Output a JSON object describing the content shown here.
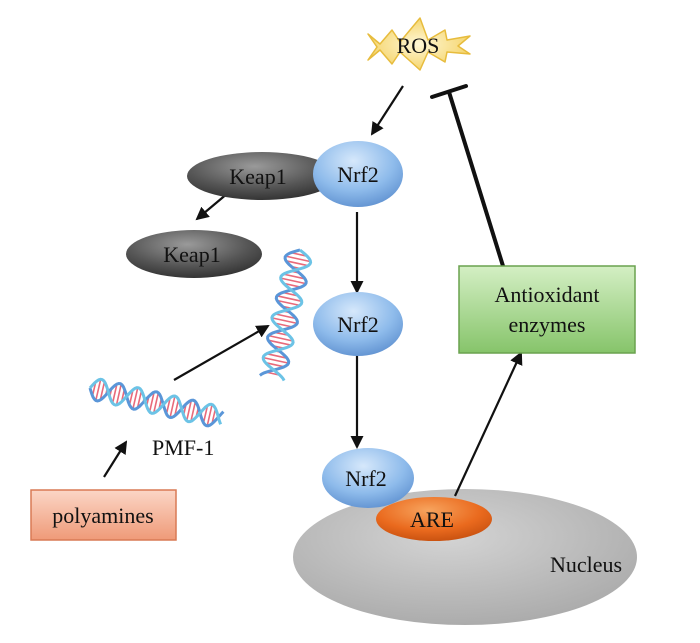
{
  "labels": {
    "ros": "ROS",
    "keap1_bound": "Keap1",
    "nrf2_top": "Nrf2",
    "keap1_free": "Keap1",
    "nrf2_middle": "Nrf2",
    "nrf2_bottom": "Nrf2",
    "are": "ARE",
    "nucleus": "Nucleus",
    "antioxidant_line1": "Antioxidant",
    "antioxidant_line2": "enzymes",
    "pmf1": "PMF-1",
    "polyamines": "polyamines"
  },
  "icons": {
    "dna_upper": "dna-helix-icon",
    "dna_lower": "dna-helix-icon"
  },
  "colors": {
    "ros_star": "#f6dc7c",
    "keap1": "#555555",
    "nrf2": "#8ebbeb",
    "are": "#ea6a1e",
    "nucleus": "#c4c4c4",
    "antioxidant_box": "#9fd48a",
    "polyamines_box": "#f3a88c",
    "dna_strand_a": "#5a96d8",
    "dna_strand_b": "#6cc3e6",
    "dna_rungs": "#e86a7a"
  }
}
